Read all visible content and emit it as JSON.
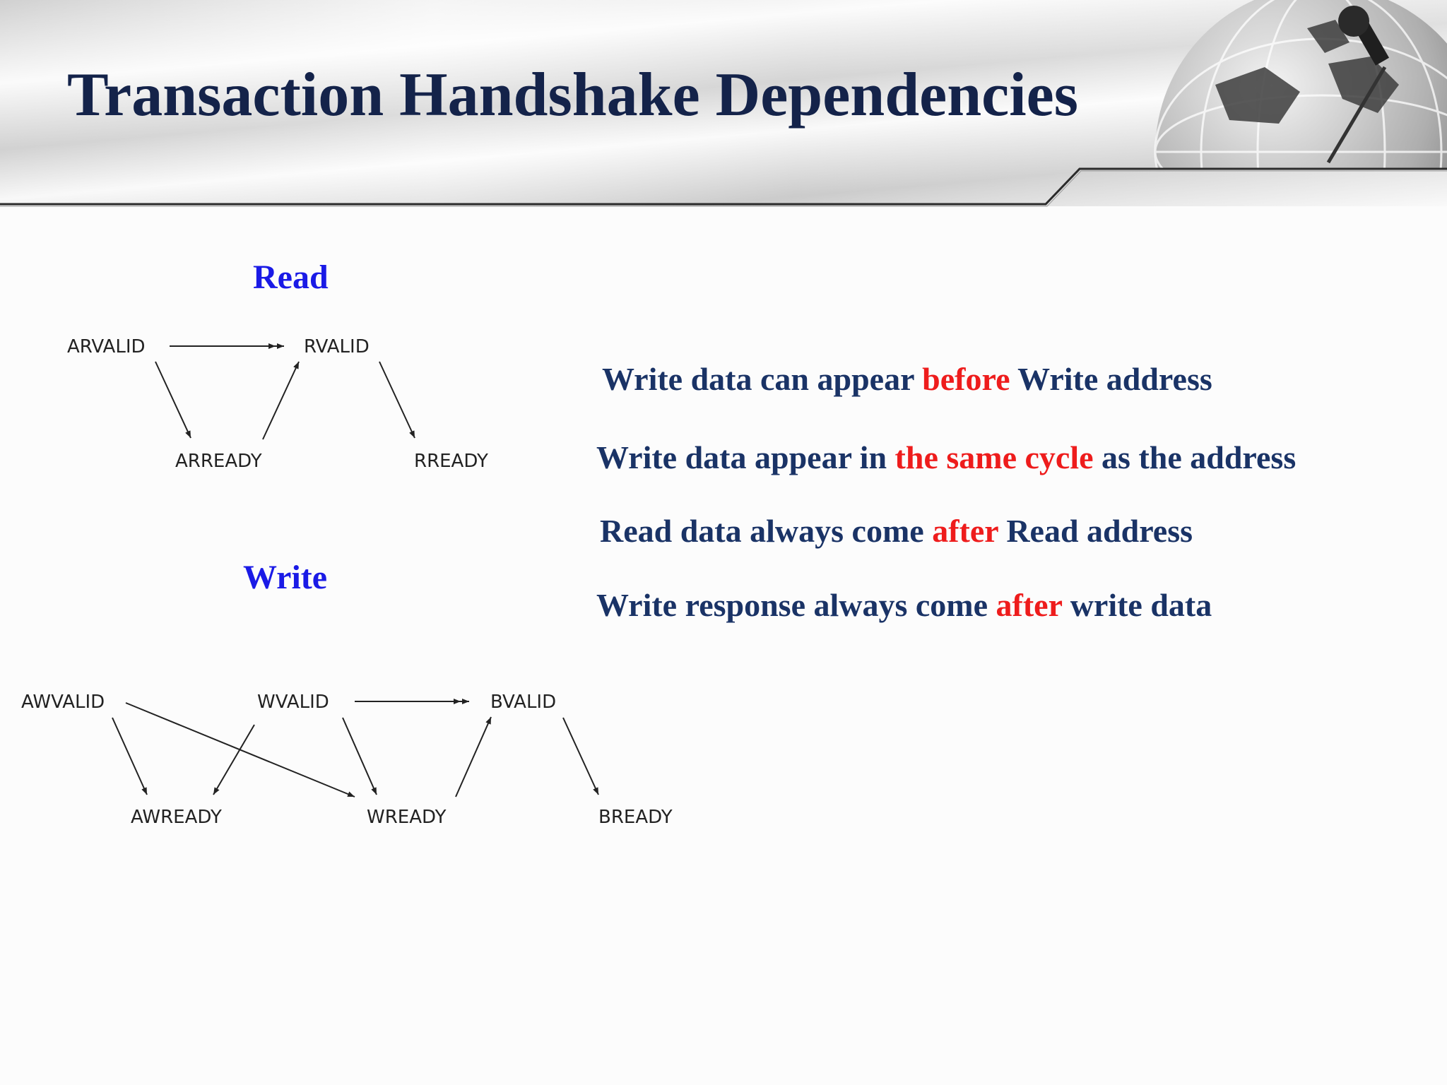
{
  "title": "Transaction Handshake Dependencies",
  "read_section": {
    "label": "Read",
    "signals": {
      "arvalid": "ARVALID",
      "rvalid": "RVALID",
      "arready": "ARREADY",
      "rready": "RREADY"
    }
  },
  "write_section": {
    "label": "Write",
    "signals": {
      "awvalid": "AWVALID",
      "wvalid": "WVALID",
      "bvalid": "BVALID",
      "awready": "AWREADY",
      "wready": "WREADY",
      "bready": "BREADY"
    }
  },
  "statements": [
    {
      "before": "Write data can appear ",
      "highlight": "before",
      "after": " Write address"
    },
    {
      "before": "Write data appear in ",
      "highlight": "the same cycle",
      "after": " as the address"
    },
    {
      "before": "Read data always come ",
      "highlight": "after",
      "after": " Read address"
    },
    {
      "before": "Write response always come ",
      "highlight": "after",
      "after": " write data"
    }
  ],
  "colors": {
    "title": "#14234a",
    "section_label": "#1a1ae6",
    "statement_text": "#1a3366",
    "highlight": "#ee1c1c"
  }
}
